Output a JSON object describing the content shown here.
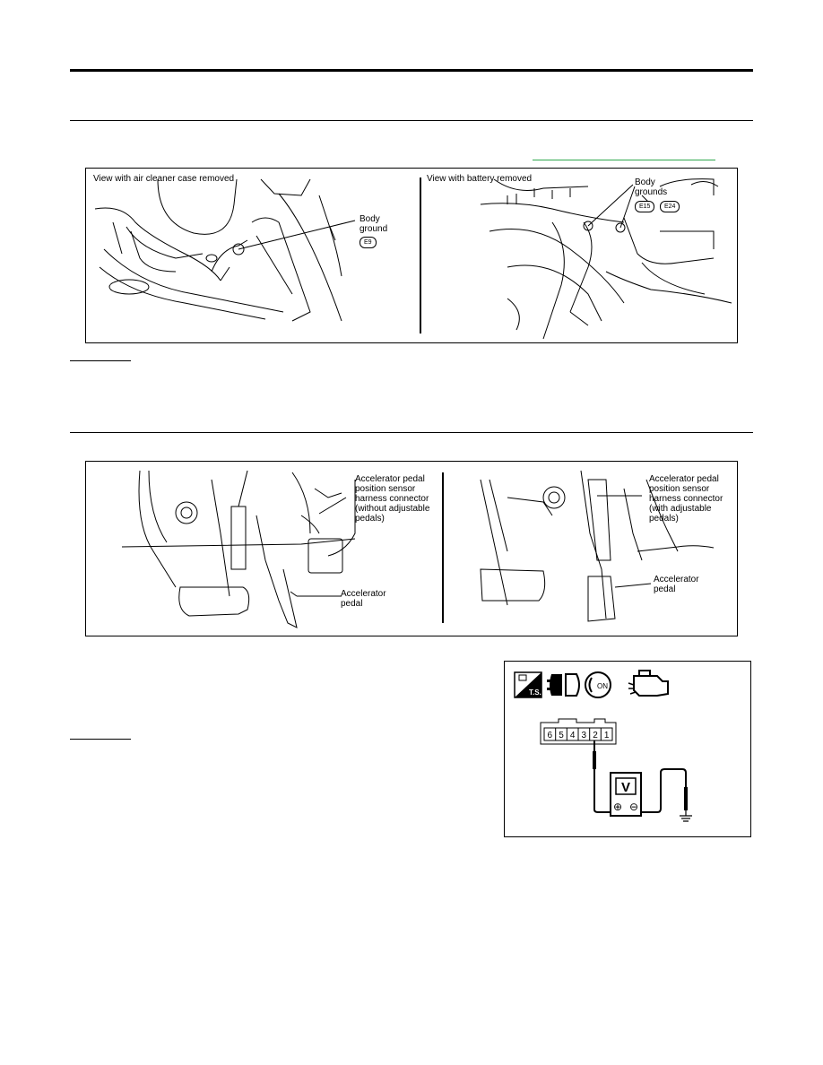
{
  "figure1": {
    "left_title": "View with air cleaner case removed",
    "right_title": "View with battery removed",
    "left_callout": "Body\nground",
    "left_badge": "E9",
    "right_callout": "Body\ngrounds",
    "right_badges": [
      "E15",
      "E24"
    ]
  },
  "figure2": {
    "left_connector_callout": "Accelerator pedal\nposition sensor\nharness connector\n(without adjustable\npedals)",
    "left_pedal_callout": "Accelerator\npedal",
    "right_connector_callout": "Accelerator pedal\nposition sensor\nharness connector\n(with adjustable\npedals)",
    "right_pedal_callout": "Accelerator\npedal"
  },
  "figure3": {
    "icons": [
      "ts-icon",
      "connector-icon",
      "ignition-on-icon",
      "engine-icon"
    ],
    "ignition_text": "ON",
    "ts_text": "T.S.",
    "terminals": [
      "6",
      "5",
      "4",
      "3",
      "2",
      "1"
    ],
    "meter_label": "V",
    "plus": "⊕",
    "minus": "⊖"
  }
}
